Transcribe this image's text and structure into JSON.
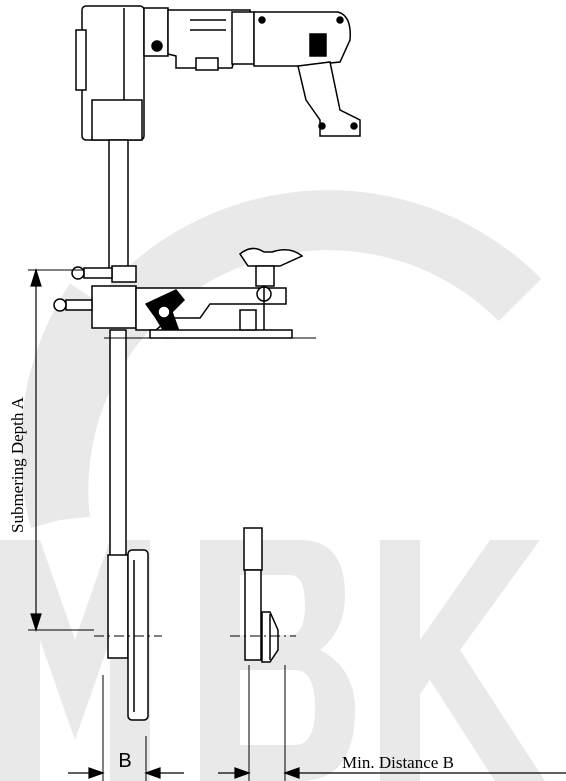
{
  "labels": {
    "submerging_depth": "Submering Depth  A",
    "b_marker": "B",
    "min_distance": "Min. Distance B"
  },
  "watermark": {
    "text": "MBK",
    "color": "#e9e9e9"
  },
  "colors": {
    "line": "#000000",
    "background": "#ffffff"
  }
}
